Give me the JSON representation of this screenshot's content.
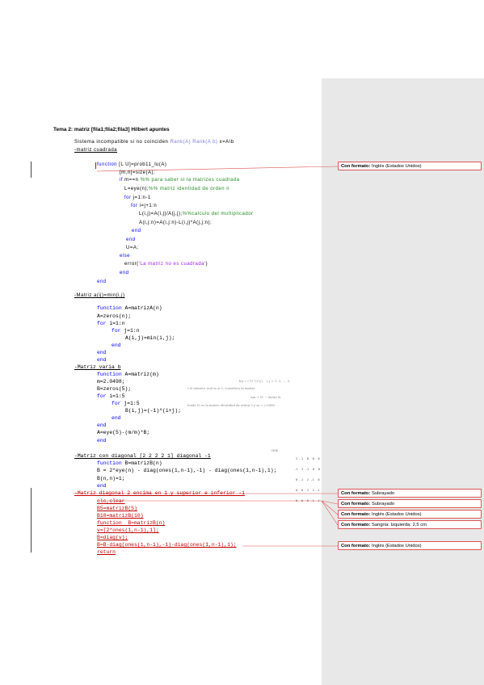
{
  "document": {
    "title": "Tema 2: matriz [fila1;fila2;fila3] Hilbert apuntes",
    "intro_prefix": "Sistema incompatible si no coinciden ",
    "intro_rank_a": "Rank(A)",
    "intro_rank_ab": "Rank(A b)",
    "intro_suffix": " x=A\\b",
    "section_square": "-matriz cuadrada",
    "lu": {
      "l1_kw": "function",
      "l1_rest": " [L U]=prob11_lu(A)",
      "l2": "[m,n]=size(A);",
      "l3_kw": "if",
      "l3_rest": " m==n ",
      "l3_comment": "%% para saber si la matrizes cuadrada",
      "l4": "L=eye(n);",
      "l4_comment": "%% matriz identidad de orden n",
      "l5_kw": "for",
      "l5_rest": " j=1:n-1",
      "l6_kw": "for",
      "l6_rest": " i=j+1:n",
      "l7": "L(i,j)=A(i,j)/A(j,j);",
      "l7_comment": "%%calculo del multiplicador",
      "l8": "A(i,j:n)=A(i,j:n)-L(i,j)*A(j,j:n);",
      "l9": "end",
      "l10": "end",
      "l11": "U=A;",
      "l12": "else",
      "l13_a": "error(",
      "l13_str": "'La matriz no es cuadrada'",
      "l13_b": ")",
      "l14": "end",
      "l15": "end"
    },
    "section_min": "-Matriz a(ij)=min(i,j)",
    "min_fn": {
      "l1_kw": "function",
      "l1_rest": " A=matrizA(n)",
      "l2": "A=zeros(n);",
      "l3_kw": "for",
      "l3_rest": " i=1:n",
      "l4_kw": "for",
      "l4_rest": " j=1:n",
      "l5": "A(i,j)=min(i,j);",
      "l6": "end",
      "l7": "end",
      "l8": "end"
    },
    "section_b": "-Matriz varia b",
    "b_fn": {
      "l1_kw": "function",
      "l1_rest": " A=matriz(m)",
      "l2": "m=2.0498;",
      "l3": "B=zeros(5);",
      "l4_kw": "for",
      "l4_rest": " i=1:5",
      "l5_kw": "for",
      "l5_rest": " j=1:5",
      "l6": "B(i,j)=(-1)^(i+j);",
      "l7": "end",
      "l8": "end",
      "l9": "A=eye(5)-(m/m)*B;",
      "l10": "end"
    },
    "formula": {
      "f1": "bij = (-1)^(i+j),   i, j = 1, 2, ..., 5,",
      "f2": "t el número real m ≠ 0; considera la matriz",
      "f3": "Am = I5 − (m/m) B,",
      "f4": "londe I5 es la matriz identidad de orden 5 y m = 2.0498.",
      "f5": "Hilb"
    },
    "section_diag": "-Matriz con diagonal [2 2 2 2 1] diagonal -1",
    "diag_fn": {
      "l1_kw": "function",
      "l1_rest": " B=matrizB(n)",
      "l2": "B = 2*eye(n) - diag(ones(1,n-1),-1) - diag(ones(1,n-1),1);",
      "l3": "B(n,n)=1;",
      "l4": "end"
    },
    "matrix_rows": [
      "2 -1  0  0  0",
      "-1  2 -1  0  0",
      "0 -1  2 -1  0",
      "0  0 -1  2 -1",
      "0  0  0 -1  1"
    ],
    "section_diag2": "-Matriz diagonal 2 encima en 1 y superior e inferior -1",
    "diag2": [
      "clc,clear",
      "B5=matrizB(5)",
      "B10=matrizB(10)",
      "function  B=matrizB(n)",
      "v=[2*ones(1,n-1),1];",
      "B=diag(v);",
      "B=B-diag(ones(1,n-1),-1)-diag(ones(1,n-1),1);",
      "return"
    ],
    "comments": [
      {
        "prefix": "Con formato:",
        "text": " Inglés (Estados Unidos)"
      },
      {
        "prefix": "Con formato:",
        "text": " Subrayado"
      },
      {
        "prefix": "Con formato:",
        "text": " Subrayado"
      },
      {
        "prefix": "Con formato:",
        "text": " Inglés (Estados Unidos)"
      },
      {
        "prefix": "Con formato:",
        "text": " Sangría: Izquierda:  2,5 cm"
      },
      {
        "prefix": "Con formato:",
        "text": " Inglés (Estados Unidos)"
      }
    ],
    "colors": {
      "keyword": "#0000ff",
      "comment": "#228b22",
      "string": "#a020f0",
      "revision": "#c00000",
      "margin": "#e8e8e8"
    }
  }
}
